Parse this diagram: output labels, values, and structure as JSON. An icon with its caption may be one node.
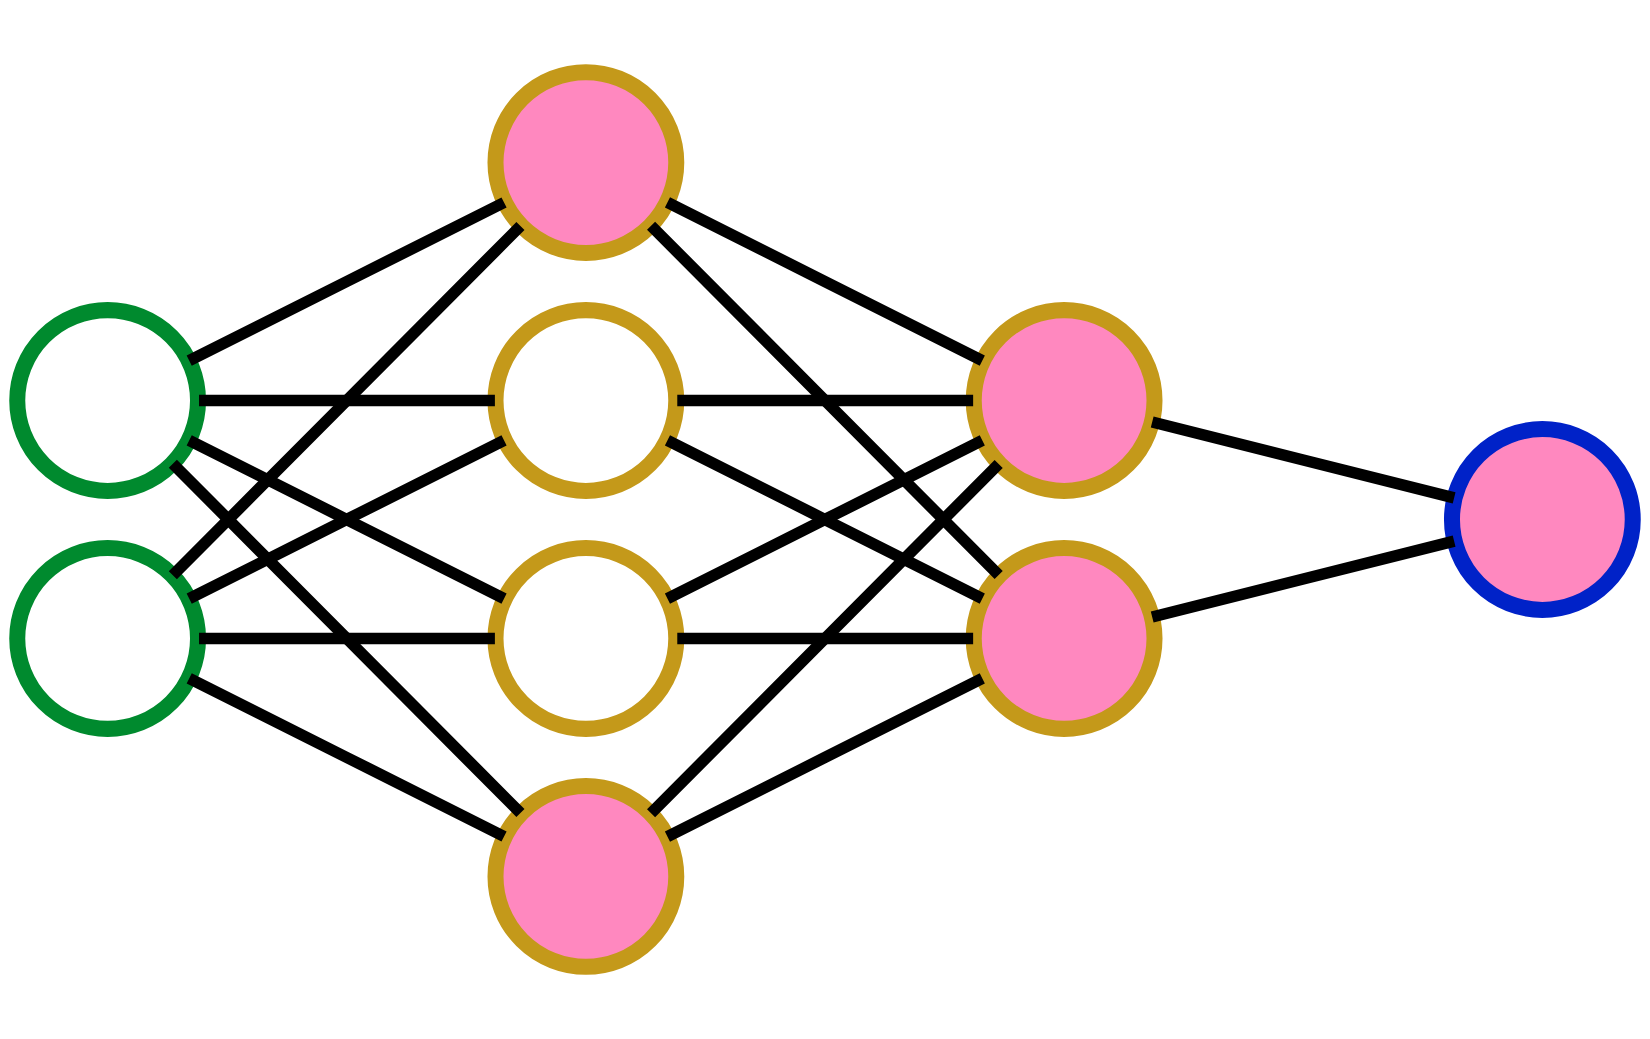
{
  "diagram": {
    "nodes": [
      {
        "text": [],
        "shape": "circle"
      },
      {
        "text": [],
        "shape": "circle"
      },
      {
        "text": [],
        "shape": "circle"
      },
      {
        "text": [],
        "shape": "circle"
      },
      {
        "text": [],
        "shape": "circle"
      },
      {
        "text": [],
        "shape": "circle"
      },
      {
        "text": [],
        "shape": "circle"
      },
      {
        "text": [],
        "shape": "circle"
      },
      {
        "text": [],
        "shape": "circle"
      }
    ],
    "edges": [
      {
        "from": 0,
        "to": 2,
        "arrow": "none"
      },
      {
        "from": 0,
        "to": 3,
        "arrow": "none"
      },
      {
        "from": 0,
        "to": 4,
        "arrow": "none"
      },
      {
        "from": 0,
        "to": 5,
        "arrow": "none"
      },
      {
        "from": 1,
        "to": 2,
        "arrow": "none"
      },
      {
        "from": 1,
        "to": 3,
        "arrow": "none"
      },
      {
        "from": 1,
        "to": 4,
        "arrow": "none"
      },
      {
        "from": 1,
        "to": 5,
        "arrow": "none"
      },
      {
        "from": 2,
        "to": 6,
        "arrow": "none"
      },
      {
        "from": 2,
        "to": 7,
        "arrow": "none"
      },
      {
        "from": 3,
        "to": 6,
        "arrow": "none"
      },
      {
        "from": 3,
        "to": 7,
        "arrow": "none"
      },
      {
        "from": 4,
        "to": 6,
        "arrow": "none"
      },
      {
        "from": 4,
        "to": 7,
        "arrow": "none"
      },
      {
        "from": 5,
        "to": 6,
        "arrow": "none"
      },
      {
        "from": 5,
        "to": 7,
        "arrow": "none"
      },
      {
        "from": 6,
        "to": 8,
        "arrow": "none"
      },
      {
        "from": 7,
        "to": 8,
        "arrow": "none"
      }
    ]
  }
}
